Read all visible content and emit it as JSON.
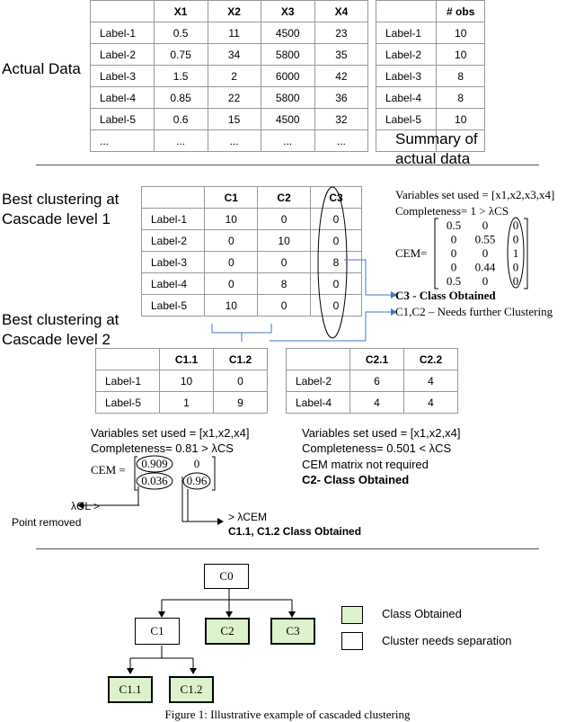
{
  "labels": {
    "actual_data": "Actual Data",
    "summary": "Summary of actual data",
    "best_level1": "Best clustering at Cascade level 1",
    "best_level2": "Best clustering at Cascade level 2"
  },
  "actual_table": {
    "headers": [
      "",
      "X1",
      "X2",
      "X3",
      "X4"
    ],
    "rows": [
      [
        "Label-1",
        "0.5",
        "11",
        "4500",
        "23"
      ],
      [
        "Label-2",
        "0.75",
        "34",
        "5800",
        "35"
      ],
      [
        "Label-3",
        "1.5",
        "2",
        "6000",
        "42"
      ],
      [
        "Label-4",
        "0.85",
        "22",
        "5800",
        "36"
      ],
      [
        "Label-5",
        "0.6",
        "15",
        "4500",
        "32"
      ],
      [
        "...",
        "...",
        "...",
        "...",
        "..."
      ]
    ]
  },
  "summary_table": {
    "headers": [
      "",
      "# obs"
    ],
    "rows": [
      [
        "Label-1",
        "10"
      ],
      [
        "Label-2",
        "10"
      ],
      [
        "Label-3",
        "8"
      ],
      [
        "Label-4",
        "8"
      ],
      [
        "Label-5",
        "10"
      ],
      [
        "",
        ""
      ]
    ]
  },
  "level1_table": {
    "headers": [
      "",
      "C1",
      "C2",
      "C3"
    ],
    "rows": [
      [
        "Label-1",
        "10",
        "0",
        "0"
      ],
      [
        "Label-2",
        "0",
        "10",
        "0"
      ],
      [
        "Label-3",
        "0",
        "0",
        "8"
      ],
      [
        "Label-4",
        "0",
        "8",
        "0"
      ],
      [
        "Label-5",
        "10",
        "0",
        "0"
      ]
    ]
  },
  "level1_info": {
    "vars": "Variables set used = [x1,x2,x3,x4]",
    "completeness": "Completeness= 1 > λCS",
    "cem_label": "CEM=",
    "cem_matrix": [
      [
        "0.5",
        "0",
        "0"
      ],
      [
        "0",
        "0.55",
        "0"
      ],
      [
        "0",
        "0",
        "1"
      ],
      [
        "0",
        "0.44",
        "0"
      ],
      [
        "0.5",
        "0",
        "0"
      ]
    ],
    "c3_obtained": "C3 - Class Obtained",
    "c1c2_needs": "C1,C2 – Needs further Clustering"
  },
  "level2_left_table": {
    "headers": [
      "",
      "C1.1",
      "C1.2"
    ],
    "rows": [
      [
        "Label-1",
        "10",
        "0"
      ],
      [
        "Label-5",
        "1",
        "9"
      ]
    ]
  },
  "level2_right_table": {
    "headers": [
      "",
      "C2.1",
      "C2.2"
    ],
    "rows": [
      [
        "Label-2",
        "6",
        "4"
      ],
      [
        "Label-4",
        "4",
        "4"
      ]
    ]
  },
  "level2_left_info": {
    "vars": "Variables set used = [x1,x2,x4]",
    "completeness": "Completeness= 0.81 > λCS",
    "cem_label": "CEM =",
    "cem_matrix": [
      [
        "0.909",
        "0"
      ],
      [
        "0.036",
        "0.96"
      ]
    ],
    "lambda_ol": "λOL >",
    "point_removed": "Point removed",
    "lambda_cem": "> λCEM",
    "c11_c12": "C1.1, C1.2 Class Obtained"
  },
  "level2_right_info": {
    "vars": "Variables set used = [x1,x2,x4]",
    "completeness": "Completeness= 0.501 < λCS",
    "cem_not_required": "CEM matrix not required",
    "c2_obtained": "C2- Class Obtained"
  },
  "tree": {
    "nodes": [
      "C0",
      "C1",
      "C2",
      "C3",
      "C1.1",
      "C1.2"
    ],
    "legend_obtained": "Class Obtained",
    "legend_needs": "Cluster needs separation"
  },
  "caption": "Figure 1: Illustrative example of cascaded clustering",
  "colors": {
    "class_obtained": "#dcf2cc",
    "arrow": "#3a7bd5"
  }
}
